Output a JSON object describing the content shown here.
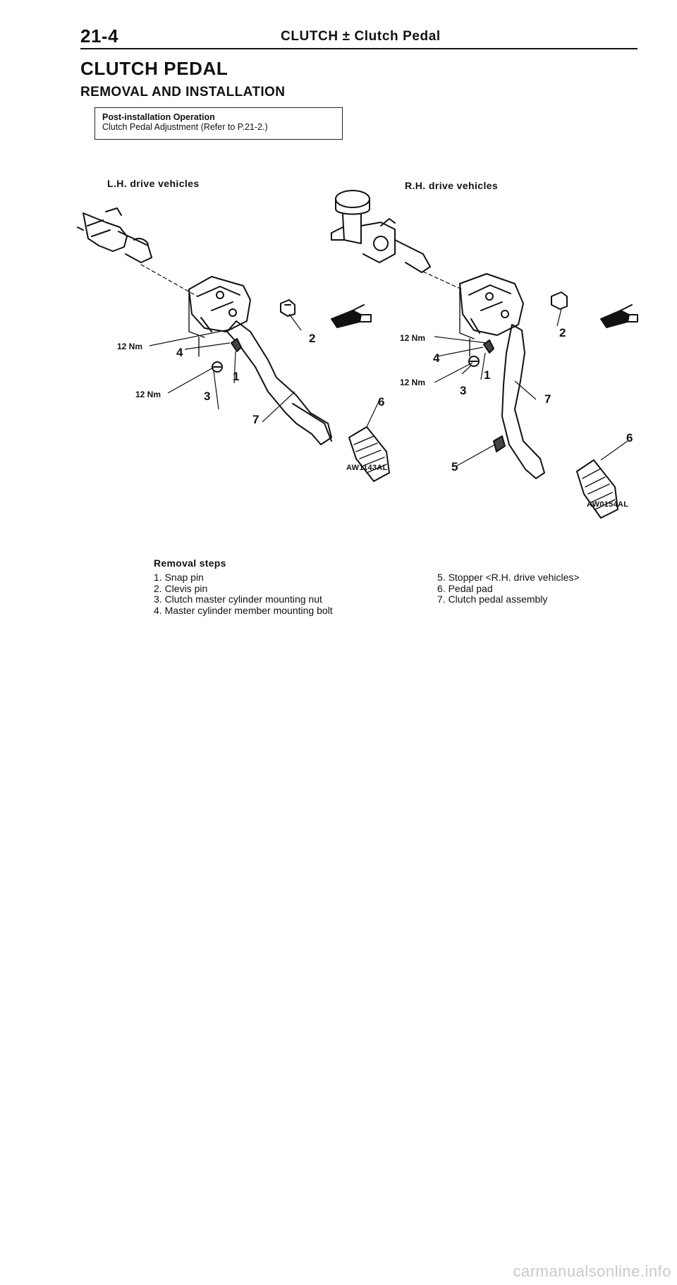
{
  "header": {
    "page_number": "21-4",
    "section": "CLUTCH ± Clutch Pedal"
  },
  "title": "CLUTCH PEDAL",
  "subtitle": "REMOVAL AND INSTALLATION",
  "post_install": {
    "title": "Post-installation Operation",
    "text": "Clutch Pedal Adjustment (Refer to P.21-2.)"
  },
  "figures": {
    "lh": {
      "label": "L.H. drive vehicles",
      "code": "AW1143AL",
      "torque_1": "12 Nm",
      "torque_2": "12 Nm",
      "callouts": [
        "1",
        "2",
        "3",
        "4",
        "6",
        "7"
      ]
    },
    "rh": {
      "label": "R.H. drive vehicles",
      "code": "AW0154AL",
      "torque_1": "12 Nm",
      "torque_2": "12 Nm",
      "callouts": [
        "1",
        "2",
        "3",
        "4",
        "5",
        "6",
        "7"
      ]
    }
  },
  "removal_steps": {
    "title": "Removal steps",
    "left": [
      "1. Snap pin",
      "2. Clevis pin",
      "3. Clutch master cylinder mounting nut",
      "4. Master cylinder member mounting bolt"
    ],
    "right": [
      "5. Stopper <R.H. drive vehicles>",
      "6. Pedal pad",
      "7. Clutch pedal assembly"
    ]
  },
  "footer": "carmanualsonline.info"
}
